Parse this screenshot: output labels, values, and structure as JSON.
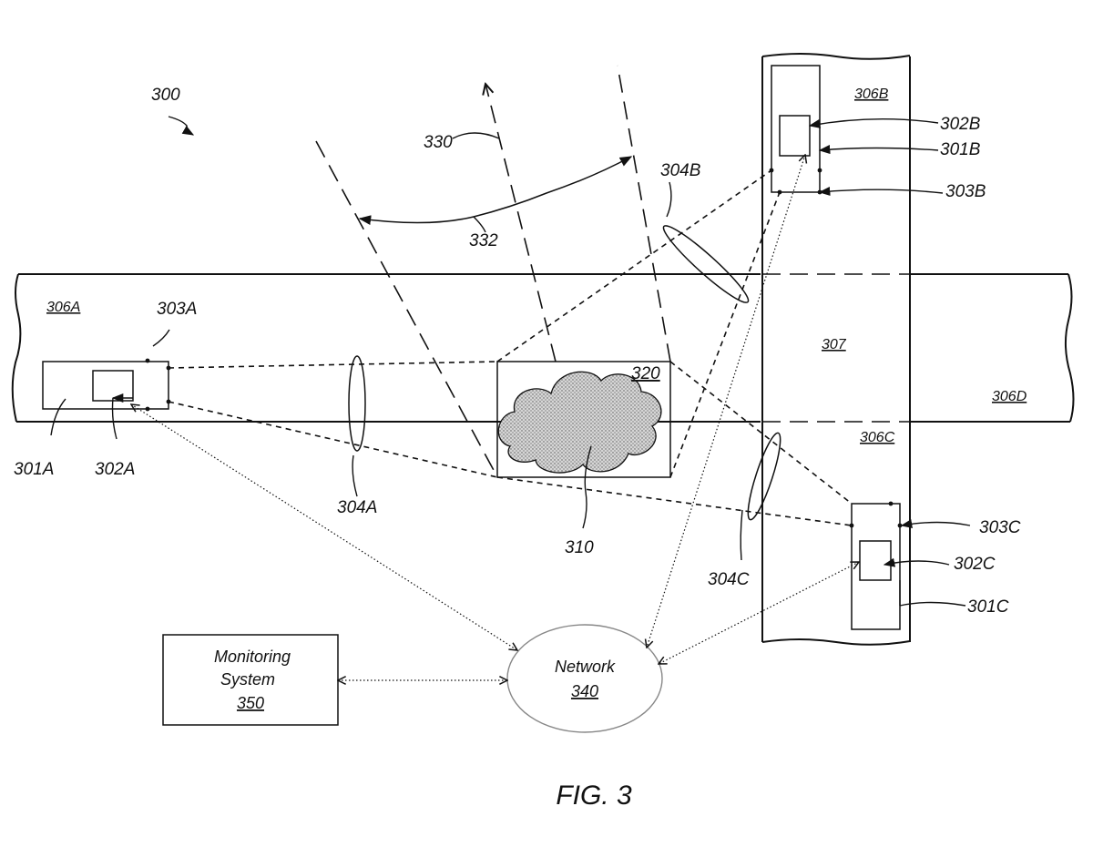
{
  "figure": {
    "caption": "FIG. 3",
    "system_ref": "300",
    "fov_ref": "330",
    "fov_angle_ref": "332",
    "region_ref": "320",
    "cloud_ref": "310",
    "intersection_ref": "307",
    "road_segments": {
      "a": "306A",
      "b": "306B",
      "c": "306C",
      "d": "306D"
    },
    "vehicle_a": {
      "body": "301A",
      "sensor": "302A",
      "node": "303A",
      "link": "304A"
    },
    "vehicle_b": {
      "body": "301B",
      "sensor": "302B",
      "node": "303B",
      "link": "304B"
    },
    "vehicle_c": {
      "body": "301C",
      "sensor": "302C",
      "node": "303C",
      "link": "304C"
    },
    "network": {
      "name": "Network",
      "ref": "340"
    },
    "monitoring": {
      "line1": "Monitoring",
      "line2": "System",
      "ref": "350"
    }
  }
}
